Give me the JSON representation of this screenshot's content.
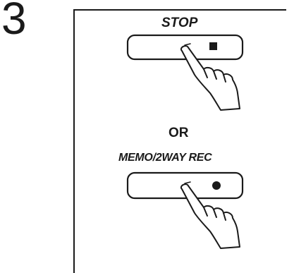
{
  "step": {
    "number": "3"
  },
  "buttons": {
    "stop": {
      "label": "STOP",
      "symbol": "stop-square-icon"
    },
    "or_text": "OR",
    "memo": {
      "label": "MEMO/2WAY REC",
      "symbol": "record-dot-icon"
    }
  },
  "colors": {
    "ink": "#1a1a1a",
    "paper": "#ffffff"
  }
}
